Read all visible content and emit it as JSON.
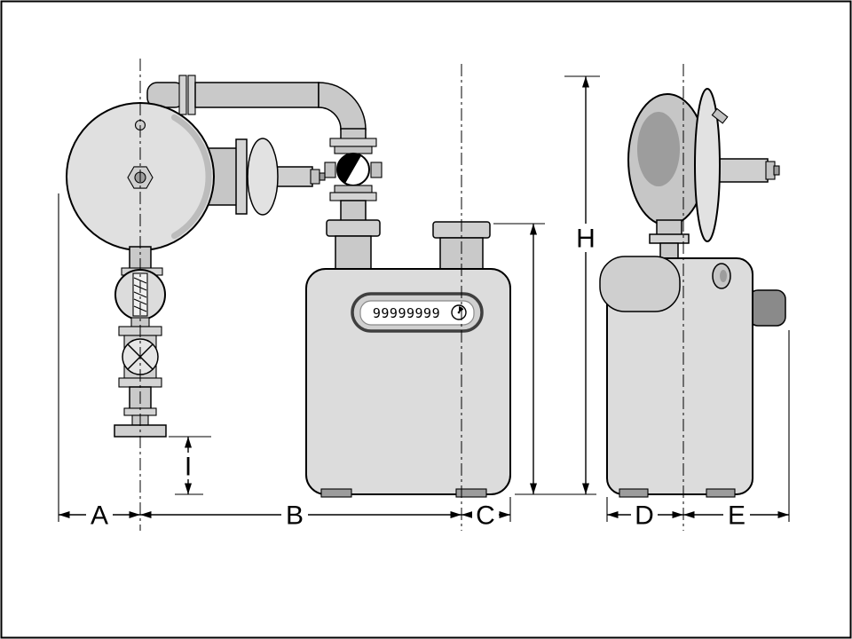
{
  "colors": {
    "background": "#ffffff",
    "outline": "#000000",
    "meter_body": "#dcdcdc",
    "pipe": "#c9c9c9",
    "panel": "#d0d0d0",
    "display_bg": "#ffffff",
    "dark_part": "#8a8a8a",
    "foot": "#9c9c9c"
  },
  "front_view": {
    "odometer": {
      "digits": "99999999",
      "icon": "gauge-icon"
    }
  },
  "dimension_labels": {
    "a": "A",
    "b": "B",
    "c": "C",
    "d": "D",
    "e": "E",
    "h": "H",
    "i": "I"
  }
}
